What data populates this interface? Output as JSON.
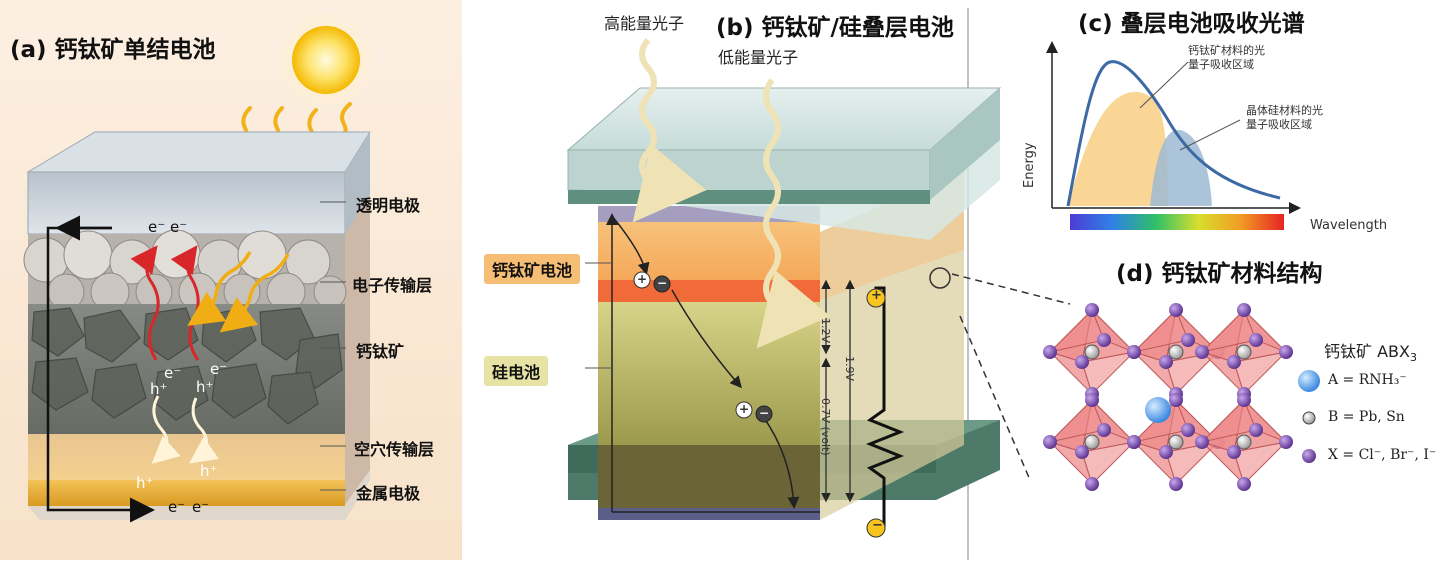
{
  "panel_a": {
    "title": "(a) 钙钛矿单结电池",
    "layers": [
      "透明电极",
      "电子传输层",
      "钙钛矿",
      "空穴传输层",
      "金属电极"
    ],
    "electron": "e⁻",
    "hole": "h⁺"
  },
  "panel_b": {
    "title": "(b) 钙钛矿/硅叠层电池",
    "high_photon": "高能量光子",
    "low_photon": "低能量光子",
    "perovskite_tag": "钙钛矿电池",
    "silicon_tag": "硅电池",
    "v_top": "1.2V",
    "v_total": "1.9V",
    "v_bottom": "0.7V (volt)",
    "plus": "+",
    "minus": "−"
  },
  "panel_c": {
    "title": "(c) 叠层电池吸收光谱",
    "ylabel": "Energy",
    "xlabel": "Wavelength",
    "ann_perov_1": "钙钛矿材料的光",
    "ann_perov_2": "量子吸收区域",
    "ann_si_1": "晶体硅材料的光",
    "ann_si_2": "量子吸收区域"
  },
  "panel_d": {
    "title": "(d) 钙钛矿材料结构",
    "formula_prefix": "钙钛矿 ABX",
    "formula_sub": "3",
    "legend": [
      {
        "label": "A = RNH₃⁻",
        "color": "#6aaaf0"
      },
      {
        "label": "B = Pb, Sn",
        "color": "#cfcfcf"
      },
      {
        "label": "X = Cl⁻, Br⁻, I⁻",
        "color": "#7a4fb0"
      }
    ]
  },
  "colors": {
    "sun": "#f7c51e",
    "ray": "#f2b21c",
    "electron_path": "#d9262a",
    "perovskite_layer": "#f6b56a",
    "silicon_layer": "#c9c474",
    "octahedron": "#ee8c8c",
    "spectrum_curve": "#3d6aa4"
  }
}
